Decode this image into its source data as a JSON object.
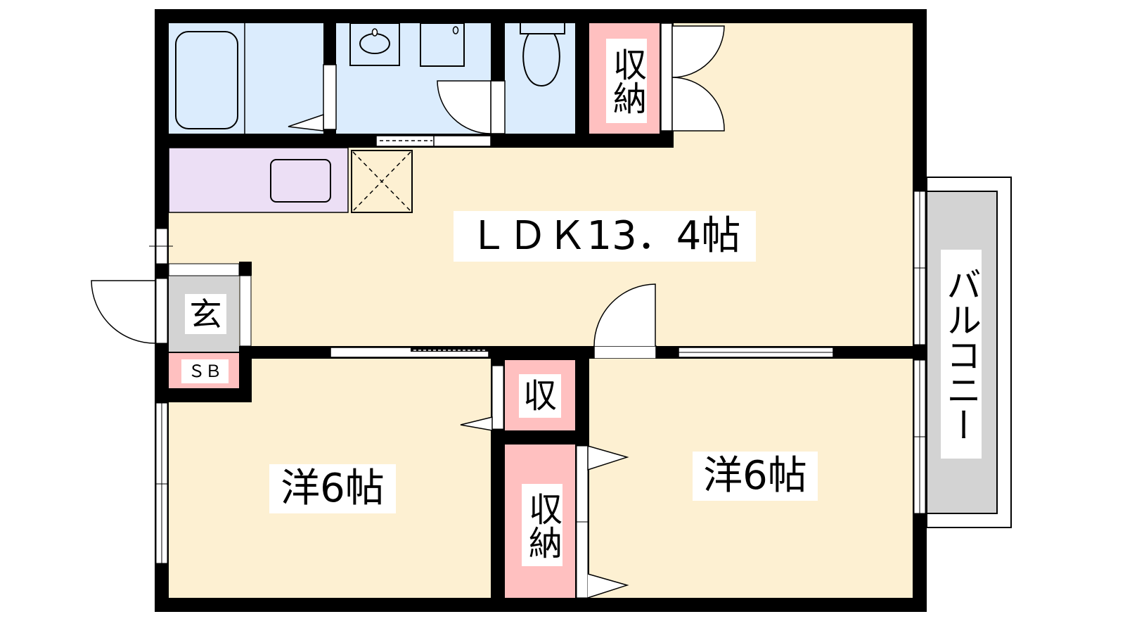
{
  "rooms": {
    "ldk": "ＬＤＫ13．4帖",
    "western_left": "洋6帖",
    "western_right": "洋6帖",
    "entrance": "玄",
    "shoe_box": "ＳＢ",
    "storage_top": "収納",
    "storage_small": "収",
    "storage_bottom": "収納",
    "balcony": "バルコニー"
  },
  "colors": {
    "living": "#fdf0d2",
    "wet_area": "#dbecfd",
    "kitchen": "#ecdff5",
    "storage": "#ffc0c0",
    "entrance": "#d3d3d3",
    "wall": "#000000"
  }
}
